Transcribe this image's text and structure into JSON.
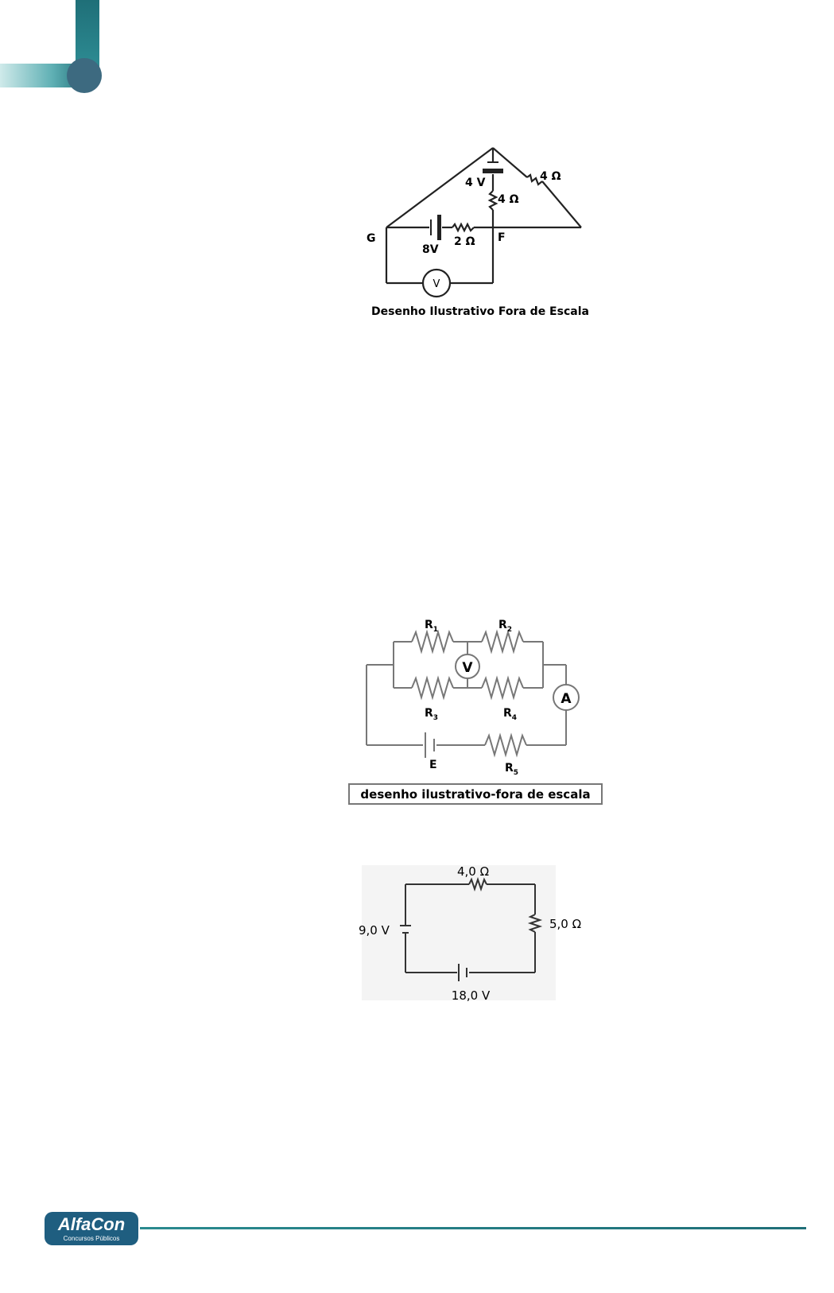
{
  "colors": {
    "teal_dark": "#1f6f78",
    "teal_light": "#bfe4e4",
    "circle": "#3d6a80",
    "footer_line": "#2a8a8f",
    "logo_bg": "#1f5e80"
  },
  "logo": {
    "name": "AlfaCon",
    "tagline": "Concursos Públicos"
  },
  "diagram1": {
    "voltage_top": "4 V",
    "resistor_vertical": "4 Ω",
    "resistor_diagonal": "4 Ω",
    "node_g": "G",
    "node_f": "F",
    "voltage_battery": "8V",
    "resistor_horizontal": "2 Ω",
    "voltmeter": "V",
    "caption": "Desenho Ilustrativo Fora de Escala"
  },
  "diagram2": {
    "r1": "R",
    "r1_sub": "1",
    "r2": "R",
    "r2_sub": "2",
    "r3": "R",
    "r3_sub": "3",
    "r4": "R",
    "r4_sub": "4",
    "r5": "R",
    "r5_sub": "5",
    "voltmeter": "V",
    "ammeter": "A",
    "source": "E",
    "caption": "desenho ilustrativo-fora de escala"
  },
  "diagram3": {
    "resistor_top": "4,0 Ω",
    "resistor_right": "5,0 Ω",
    "battery_left": "9,0 V",
    "battery_bottom": "18,0 V"
  }
}
